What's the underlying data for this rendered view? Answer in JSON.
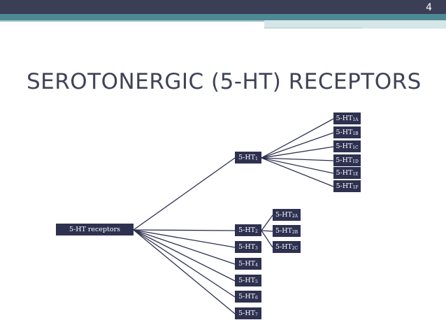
{
  "slide": {
    "number": "4",
    "title": "SEROTONERGIC (5-HT) RECEPTORS"
  },
  "diagram": {
    "root": {
      "label": "5-HT receptors"
    },
    "families": [
      {
        "base": "5-HT",
        "sub": "1"
      },
      {
        "base": "5-HT",
        "sub": "2"
      },
      {
        "base": "5-HT",
        "sub": "3"
      },
      {
        "base": "5-HT",
        "sub": "4"
      },
      {
        "base": "5-HT",
        "sub": "5"
      },
      {
        "base": "5-HT",
        "sub": "6"
      },
      {
        "base": "5-HT",
        "sub": "7"
      }
    ],
    "subtypes_1": [
      {
        "base": "5-HT",
        "sub": "1A"
      },
      {
        "base": "5-HT",
        "sub": "1B"
      },
      {
        "base": "5-HT",
        "sub": "1C"
      },
      {
        "base": "5-HT",
        "sub": "1D"
      },
      {
        "base": "5-HT",
        "sub": "1E"
      },
      {
        "base": "5-HT",
        "sub": "1F"
      }
    ],
    "subtypes_2": [
      {
        "base": "5-HT",
        "sub": "2A"
      },
      {
        "base": "5-HT",
        "sub": "2B"
      },
      {
        "base": "5-HT",
        "sub": "2C"
      }
    ]
  }
}
